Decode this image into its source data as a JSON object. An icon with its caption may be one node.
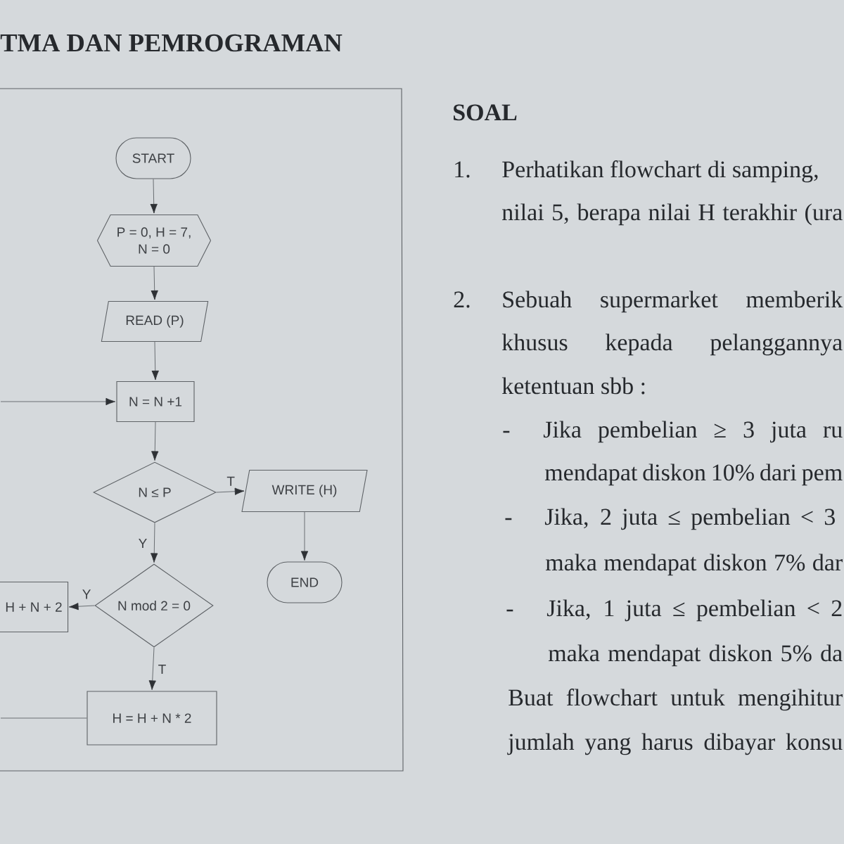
{
  "diagram": {
    "title": "TMA DAN PEMROGRAMAN",
    "nodes": [
      {
        "text": [
          "START"
        ]
      },
      {
        "text": [
          "P = 0, H = 7, N = 0"
        ]
      },
      {
        "text": [
          "READ (P)"
        ]
      },
      {
        "text": [
          "N = N +1"
        ]
      },
      {
        "text": [
          "N ≤ P"
        ]
      },
      {
        "text": [
          "WRITE (H)"
        ]
      },
      {
        "text": [
          "END"
        ]
      },
      {
        "text": [
          "H + N + 2"
        ]
      },
      {
        "text": [
          "N mod 2 = 0"
        ]
      },
      {
        "text": [
          "H = H + N * 2"
        ]
      }
    ],
    "edges": [
      {
        "from": 0,
        "to": 1,
        "arrow": "to"
      },
      {
        "from": 1,
        "to": 2,
        "arrow": "to"
      },
      {
        "from": 2,
        "to": 3,
        "arrow": "to"
      },
      {
        "from": 3,
        "to": 4,
        "arrow": "to"
      },
      {
        "from": 4,
        "to": 5,
        "arrow": "to",
        "label": "T"
      },
      {
        "from": 5,
        "to": 6,
        "arrow": "to"
      },
      {
        "from": 4,
        "to": 8,
        "arrow": "to",
        "label": "Y"
      },
      {
        "from": 8,
        "to": 7,
        "arrow": "to",
        "label": "Y"
      },
      {
        "from": 8,
        "to": 9,
        "arrow": "to",
        "label": "T"
      },
      {
        "from": 9,
        "to": null,
        "arrow": "none"
      },
      {
        "from": null,
        "to": 3,
        "arrow": "to"
      }
    ],
    "labels": [
      "SOAL",
      "1.",
      "Perhatikan flowchart di samping,",
      "nilai 5, berapa nilai H terakhir (ura",
      "2.",
      "Sebuah supermarket memberik",
      "khusus kepada pelanggannya",
      "ketentuan sbb :",
      "-",
      "Jika pembelian ≥ 3 juta ru",
      "mendapat diskon 10% dari pem",
      "-",
      "Jika, 2 juta ≤ pembelian < 3",
      "maka mendapat diskon 7% dar",
      "-",
      "Jika, 1 juta ≤ pembelian < 2",
      "maka mendapat diskon 5% da",
      "Buat flowchart untuk mengihitur",
      "jumlah yang harus dibayar konsu"
    ]
  }
}
